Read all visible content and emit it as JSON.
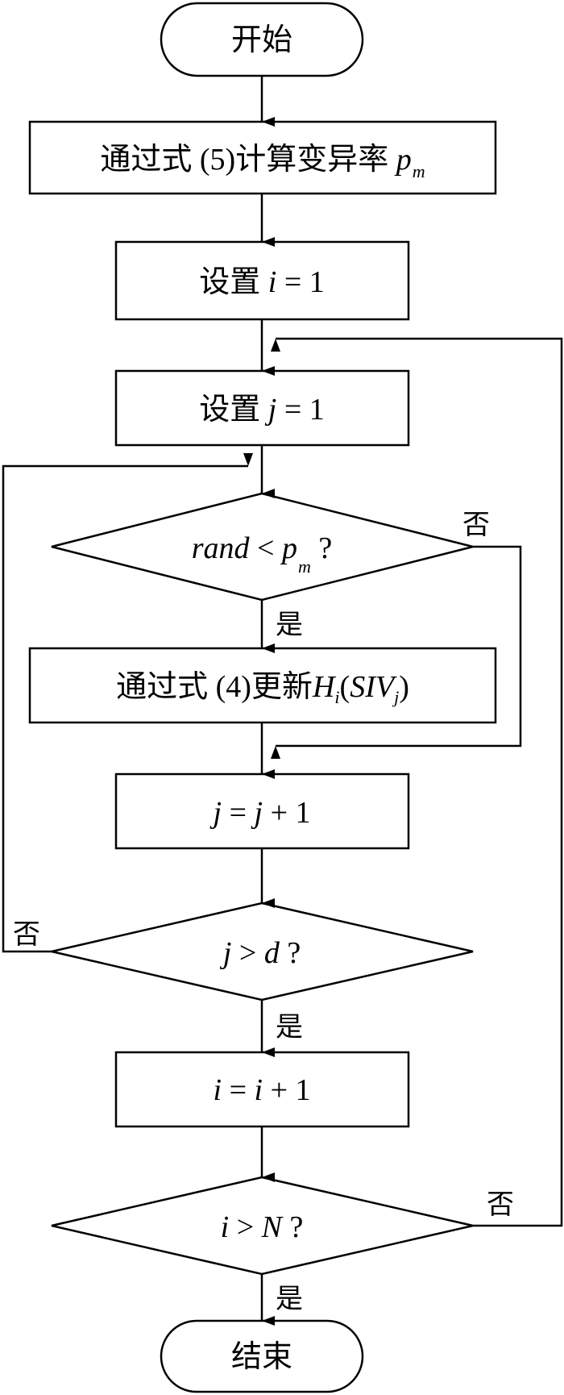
{
  "nodes": {
    "start": "开始",
    "compute_pm": {
      "text": "通过式 (5)计算变异率 ",
      "var": "p",
      "sub": "m"
    },
    "set_i": {
      "text": "设置 ",
      "var": "i",
      "rest": " = 1"
    },
    "set_j": {
      "text": "设置 ",
      "var": "j",
      "rest": " = 1"
    },
    "cond_rand": {
      "var": "rand",
      "op": " < ",
      "p": "p",
      "sub": "m",
      "q": " ?"
    },
    "update": {
      "text": "通过式 (4)更新",
      "H": "H",
      "Hsub": "i",
      "open": "(",
      "SIV": "SIV",
      "SIVsub": "j",
      "close": ")"
    },
    "inc_j": {
      "var": "j",
      "mid": " = ",
      "var2": "j",
      "rest": " + 1"
    },
    "cond_j": {
      "var": "j",
      "op": " > ",
      "var2": "d",
      "q": " ?"
    },
    "inc_i": {
      "var": "i",
      "mid": " = ",
      "var2": "i",
      "rest": " + 1"
    },
    "cond_i": {
      "var": "i",
      "op": " > ",
      "var2": "N",
      "q": " ?"
    },
    "end": "结束"
  },
  "labels": {
    "yes": "是",
    "no": "否"
  },
  "colors": {
    "stroke": "#000000",
    "background": "#ffffff"
  }
}
